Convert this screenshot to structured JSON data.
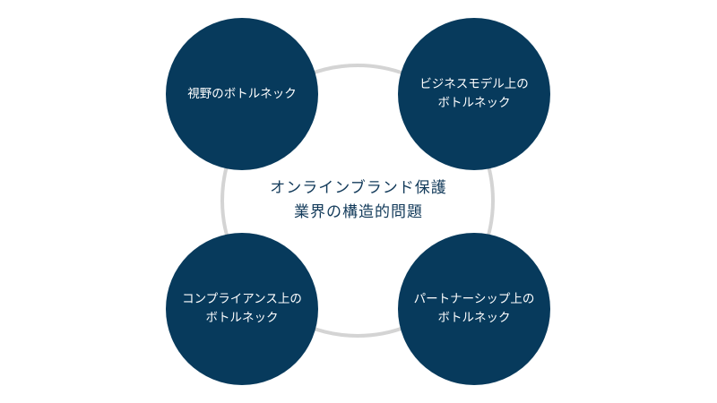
{
  "center": {
    "line1": "オンラインブランド保護",
    "line2": "業界の構造的問題"
  },
  "nodes": {
    "top_left": {
      "line1": "視野のボトルネック"
    },
    "top_right": {
      "line1": "ビジネスモデル上の",
      "line2": "ボトルネック"
    },
    "bottom_left": {
      "line1": "コンプライアンス上の",
      "line2": "ボトルネック"
    },
    "bottom_right": {
      "line1": "パートナーシップ上の",
      "line2": "ボトルネック"
    }
  },
  "colors": {
    "node_fill": "#073a5c",
    "ring_stroke": "#d4d4d4",
    "center_text": "#123a5a",
    "node_text": "#ffffff"
  }
}
